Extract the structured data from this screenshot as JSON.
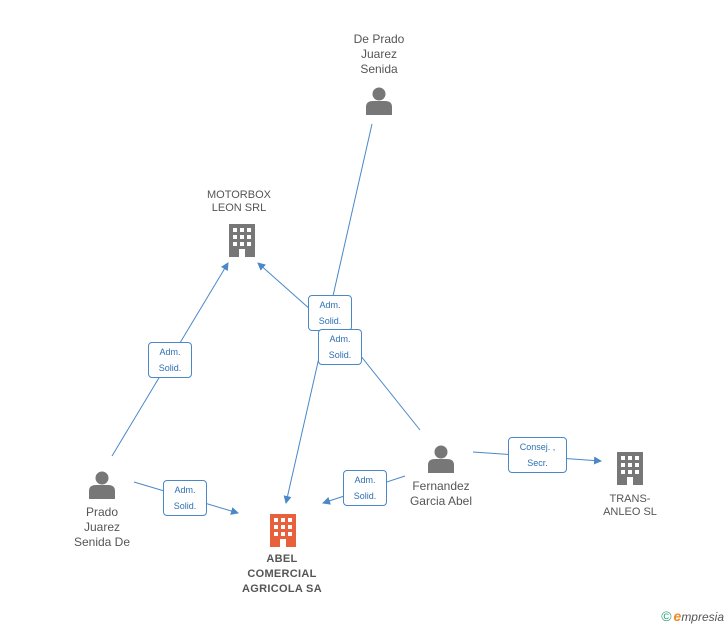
{
  "nodes": {
    "de_prado": {
      "label": "De Prado\nJuarez\nSenida"
    },
    "motorbox": {
      "label": "MOTORBOX\nLEON SRL"
    },
    "prado": {
      "label": "Prado\nJuarez\nSenida De"
    },
    "fernandez": {
      "label": "Fernandez\nGarcia Abel"
    },
    "trans": {
      "label": "TRANS-\nANLEO SL"
    },
    "abel": {
      "label": "ABEL\nCOMERCIAL\nAGRICOLA SA"
    }
  },
  "edges": {
    "e1": {
      "label": "Adm.\nSolid."
    },
    "e2": {
      "label": "Adm.\nSolid."
    },
    "e3": {
      "label": "Adm.\nSolid."
    },
    "e4": {
      "label": "Adm.\nSolid."
    },
    "e5": {
      "label": "Adm.\nSolid."
    },
    "e6": {
      "label": "Consej. ,\nSecr."
    }
  },
  "colors": {
    "edge": "#4a88c8",
    "person": "#777777",
    "company": "#777777",
    "main_company": "#e8603c"
  },
  "footer": {
    "copyright": "©",
    "brand_first": "e",
    "brand_rest": "mpresia"
  }
}
